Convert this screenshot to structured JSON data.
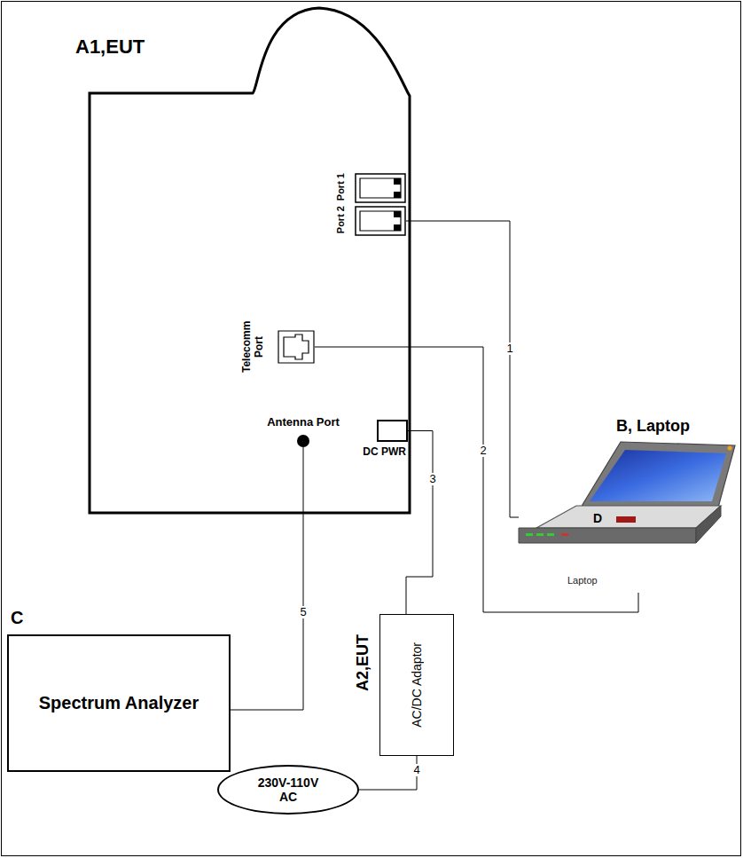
{
  "diagram": {
    "nodes": [
      {
        "text": [
          "A1,EUT"
        ]
      },
      {
        "text": [
          "Port 1"
        ],
        "in": 0
      },
      {
        "text": [
          "Port 2"
        ],
        "in": 0
      },
      {
        "text": [
          "Telecomm Port"
        ],
        "in": 0
      },
      {
        "text": [
          "Antenna Port"
        ],
        "in": 0
      },
      {
        "text": [
          "DC PWR"
        ],
        "in": 0
      },
      {
        "text": [
          "B, Laptop",
          "D",
          "Laptop"
        ]
      },
      {
        "text": [
          "C",
          "Spectrum Analyzer"
        ]
      },
      {
        "text": [
          "A2,EUT",
          "AC/DC Adaptor"
        ]
      },
      {
        "text": [
          "230V-110V AC"
        ]
      }
    ],
    "edges": [
      {
        "from": 2,
        "to": 6,
        "label": "1",
        "arrow": "none"
      },
      {
        "from": 3,
        "to": 6,
        "label": "2",
        "arrow": "none"
      },
      {
        "from": 5,
        "to": 8,
        "label": "3",
        "arrow": "none"
      },
      {
        "from": 9,
        "to": 8,
        "label": "4",
        "arrow": "none"
      },
      {
        "from": 4,
        "to": 7,
        "label": "5",
        "arrow": "none"
      }
    ]
  }
}
